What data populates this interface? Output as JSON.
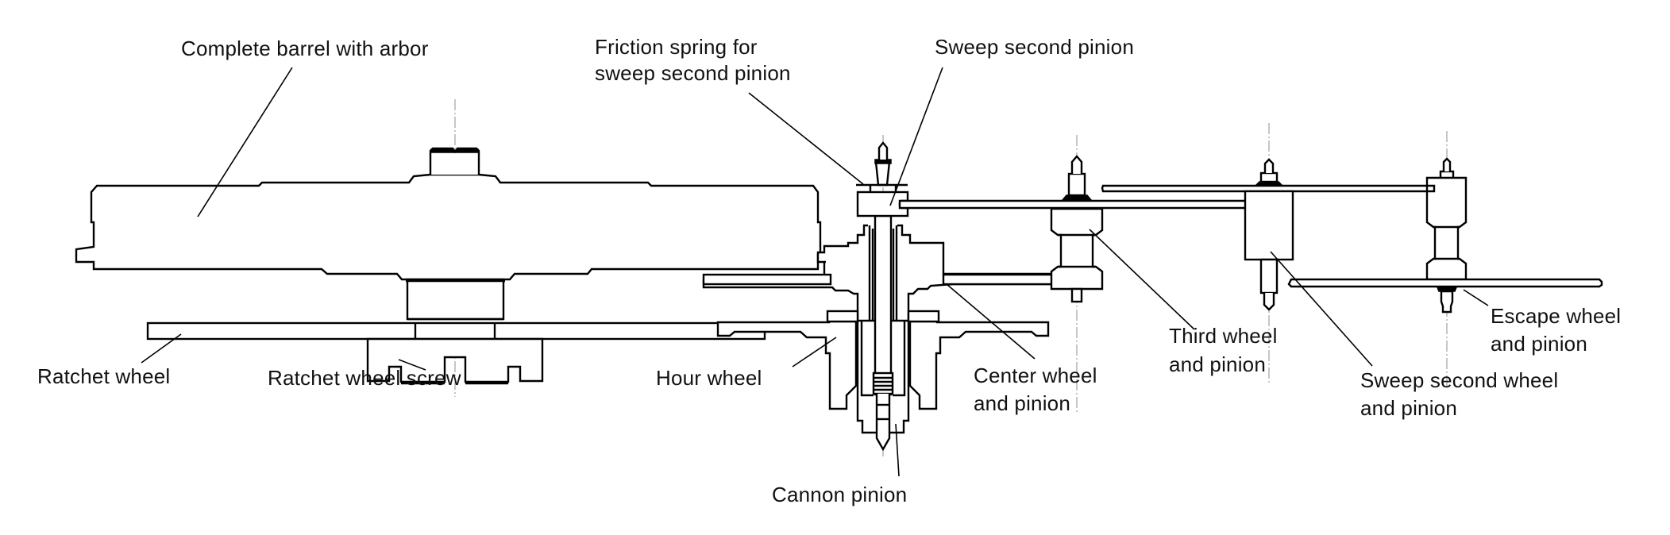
{
  "title": "Watch movement gear train – cross-section",
  "background": "#ffffff",
  "ink_color": "#000000",
  "labels": {
    "barrel": [
      "Complete barrel with arbor"
    ],
    "friction_spring": [
      "Friction spring for",
      "sweep second pinion"
    ],
    "sweep_second_pinion": [
      "Sweep second pinion"
    ],
    "ratchet_wheel": [
      "Ratchet wheel"
    ],
    "ratchet_wheel_screw": [
      "Ratchet wheel screw"
    ],
    "hour_wheel": [
      "Hour wheel"
    ],
    "center_wheel": [
      "Center wheel",
      "and pinion"
    ],
    "third_wheel": [
      "Third wheel",
      "and pinion"
    ],
    "sweep_second_wheel": [
      "Sweep second wheel",
      "and pinion"
    ],
    "escape_wheel": [
      "Escape wheel",
      "and pinion"
    ],
    "cannon_pinion": [
      "Cannon pinion"
    ]
  },
  "components": [
    "complete-barrel-with-arbor",
    "ratchet-wheel",
    "ratchet-wheel-screw",
    "friction-spring",
    "sweep-second-pinion",
    "center-wheel-and-pinion",
    "hour-wheel",
    "cannon-pinion",
    "third-wheel-and-pinion",
    "sweep-second-wheel-and-pinion",
    "escape-wheel-and-pinion"
  ]
}
